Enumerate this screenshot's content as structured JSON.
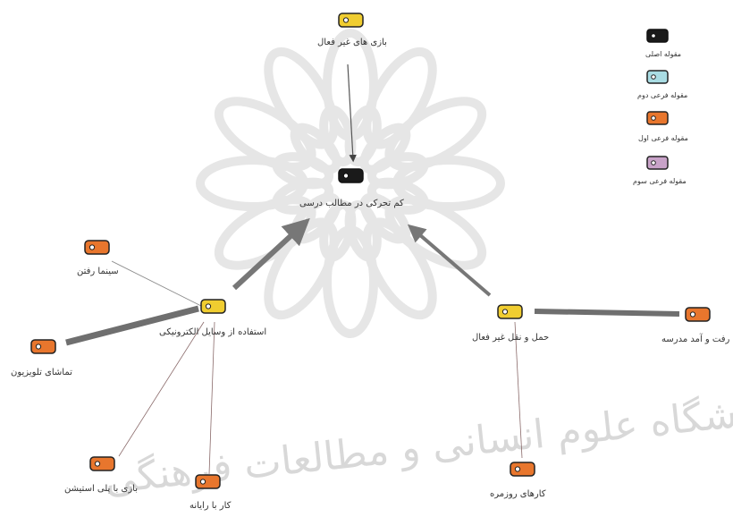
{
  "watermark": {
    "text": "پژوهشگاه علوم انسانی و مطالعات فرهنگی"
  },
  "colors": {
    "main": "#1a1a1a",
    "sub1": "#e8762d",
    "sub2": "#a9dce3",
    "sub3": "#c8a2c8",
    "yellow": "#f0cd30"
  },
  "legend": [
    {
      "key": "main",
      "label": "مقوله اصلی"
    },
    {
      "key": "sub2",
      "label": "مقوله فرعی دوم"
    },
    {
      "key": "sub1",
      "label": "مقوله فرعی اول"
    },
    {
      "key": "sub3",
      "label": "مقوله فرعی سوم"
    }
  ],
  "nodes": {
    "center": "کم تحرکی در مطالب درسی",
    "games": "بازی های غیر فعال",
    "electronics": "استفاده از وسایل الکترونیکی",
    "transport": "حمل و نقل غیر فعال",
    "cinema": "سینما رفتن",
    "tv": "تماشای تلویزیون",
    "playstation": "بازی با پلی استیشن",
    "computer": "کار با رایانه",
    "commute": "رفت و آمد مدرسه",
    "daily": "کارهای روزمره"
  }
}
